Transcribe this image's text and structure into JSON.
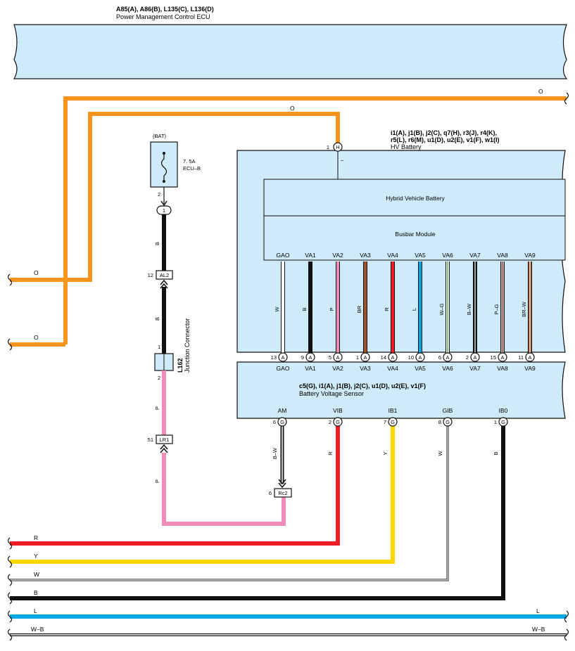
{
  "ecu": {
    "codes": "A85(A), A86(B), L135(C), L136(D)",
    "name": "Power Management Control ECU"
  },
  "hv_battery": {
    "codes1": "i1(A), j1(B), j2(C), q7(H), r3(J), r4(K),",
    "codes2": "r5(L), r6(M), u1(D), u2(E), v1(F), w1(I)",
    "name": "HV Battery",
    "hybrid_label": "Hybrid Vehicle Battery",
    "busbar_label": "Busbar Module",
    "connector_pin": "1",
    "connector_letter": "H",
    "terminal_sign": "–"
  },
  "fuse": {
    "bat": "(BAT)",
    "rating": "7. 5A",
    "name": "ECU–B",
    "pin": "2",
    "junction_pin": "1"
  },
  "connectors": {
    "al2_pin": "12",
    "al2": "AL2",
    "l162_pin_top": "1",
    "l162_pin_bottom": "2",
    "l162": "L162",
    "l162_name": "Junction Connector",
    "lr1_pin": "51",
    "lr1": "LR1",
    "rc2_pin": "6",
    "rc2": "Rc2"
  },
  "sensor": {
    "codes": "c5(G), i1(A), j1(B), j2(C), u1(D), u2(E), v1(F)",
    "name": "Battery Voltage Sensor"
  },
  "busbar_terminals": [
    {
      "name": "GAO",
      "pin": "13",
      "letter": "A",
      "wire": "W",
      "color": "#ffffff"
    },
    {
      "name": "VA1",
      "pin": "9",
      "letter": "A",
      "wire": "B",
      "color": "#111111"
    },
    {
      "name": "VA2",
      "pin": "5",
      "letter": "A",
      "wire": "P",
      "color": "#f08cb8"
    },
    {
      "name": "VA3",
      "pin": "1",
      "letter": "A",
      "wire": "BR",
      "color": "#a0522d"
    },
    {
      "name": "VA4",
      "pin": "14",
      "letter": "A",
      "wire": "R",
      "color": "#ee1c25"
    },
    {
      "name": "VA5",
      "pin": "10",
      "letter": "A",
      "wire": "L",
      "color": "#00a9e6"
    },
    {
      "name": "VA6",
      "pin": "6",
      "letter": "A",
      "wire": "W–G",
      "color": "#ffffff",
      "stripe": "#2e9e3e"
    },
    {
      "name": "VA7",
      "pin": "2",
      "letter": "A",
      "wire": "B–W",
      "color": "#111111",
      "stripe": "#ffffff"
    },
    {
      "name": "VA8",
      "pin": "15",
      "letter": "A",
      "wire": "P–G",
      "color": "#f08cb8",
      "stripe": "#2e9e3e"
    },
    {
      "name": "VA9",
      "pin": "11",
      "letter": "A",
      "wire": "BR–W",
      "color": "#a0522d",
      "stripe": "#ffffff"
    }
  ],
  "sensor_terminals": [
    {
      "name": "AM",
      "pin": "6",
      "letter": "G",
      "wire": "B–W"
    },
    {
      "name": "VIB",
      "pin": "2",
      "letter": "G",
      "wire": "R"
    },
    {
      "name": "IB1",
      "pin": "7",
      "letter": "G",
      "wire": "Y"
    },
    {
      "name": "GIB",
      "pin": "8",
      "letter": "G",
      "wire": "W"
    },
    {
      "name": "IB0",
      "pin": "1",
      "letter": "G",
      "wire": "B"
    }
  ],
  "wire_labels": {
    "o_top_right": "O",
    "o_h": "O",
    "o_left1": "O",
    "o_left2": "O",
    "fuse_wire_b1": "B",
    "fuse_wire_b2": "B",
    "jc_wire_p1": "P",
    "jc_wire_p2": "P",
    "r": "R",
    "y": "Y",
    "w": "W",
    "b": "B",
    "l_left": "L",
    "l_right": "L",
    "wb_left": "W–B",
    "wb_right": "W–B"
  },
  "colors": {
    "box_fill": "#cfeaf8",
    "orange": "#f7941d",
    "red": "#ee1c25",
    "yellow": "#ffd700",
    "black": "#111111",
    "pink": "#f08cb8",
    "blue": "#00a9e6",
    "brown": "#a0522d",
    "green": "#2e9e3e"
  }
}
